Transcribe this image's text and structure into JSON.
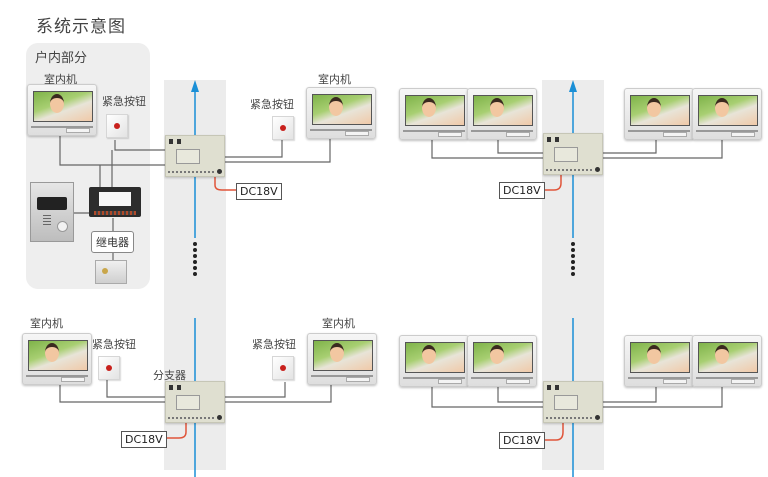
{
  "title": "系统示意图",
  "indoor_section": {
    "label": "户内部分",
    "monitor_label": "室内机",
    "panic_label": "紧急按钮",
    "relay_label": "继电器"
  },
  "labels": {
    "indoor_monitor": "室内机",
    "panic_button": "紧急按钮",
    "splitter": "分支器",
    "power": "DC18V"
  },
  "colors": {
    "riser_arrow": "#1a8fd6",
    "power_wire": "#e0553a",
    "signal_wire": "#666666",
    "panel_bg": "#eeeeee"
  }
}
